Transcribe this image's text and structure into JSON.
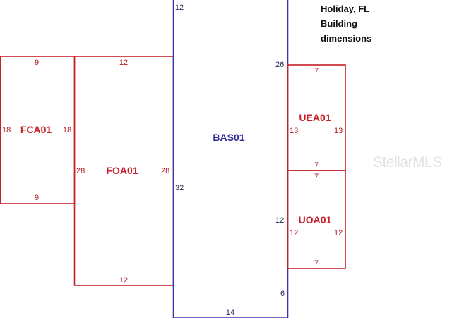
{
  "caption": {
    "lines": [
      "Holiday, FL",
      "Building",
      "dimensions"
    ]
  },
  "watermark": "StellarMLS",
  "areas": {
    "fca01": {
      "code": "FCA01",
      "dims": [
        "9",
        "18",
        "18",
        "9"
      ],
      "color": "#c8202a"
    },
    "foa01": {
      "code": "FOA01",
      "dims": [
        "12",
        "28",
        "28",
        "12"
      ],
      "color": "#c8202a"
    },
    "bas01": {
      "code": "BAS01",
      "dims": [
        "12",
        "26",
        "32",
        "12",
        "6",
        "14"
      ],
      "color": "#3b35b0"
    },
    "uea01": {
      "code": "UEA01",
      "dims": [
        "7",
        "13",
        "13",
        "7"
      ],
      "color": "#c8202a"
    },
    "uoa01": {
      "code": "UOA01",
      "dims": [
        "7",
        "12",
        "12",
        "7"
      ],
      "color": "#c8202a"
    }
  }
}
